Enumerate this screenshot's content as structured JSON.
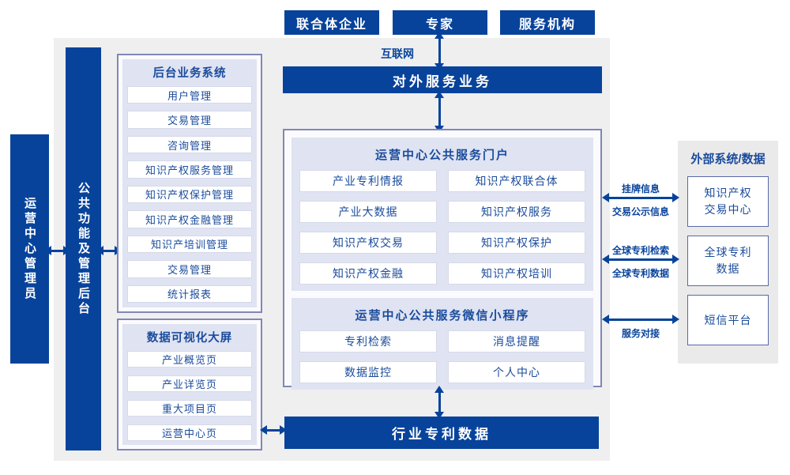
{
  "colors": {
    "primary": "#08439b",
    "lavender": "#dfe3f2",
    "panel_gray": "#efeff0",
    "box_border": "#8087b5",
    "card_border": "#d6d9e8",
    "text_blue": "#1a4b9c",
    "right_box_bg": "#eaeaea",
    "right_item_border": "#5a68a8"
  },
  "top_entities": [
    {
      "label": "联合体企业"
    },
    {
      "label": "专家"
    },
    {
      "label": "服务机构"
    }
  ],
  "internet_label": "互联网",
  "external_service_bar": "对外服务业务",
  "left_bars": {
    "admin": "运营中心管理员",
    "platform": "公共功能及管理后台"
  },
  "backend_system": {
    "title": "后台业务系统",
    "items": [
      "用户管理",
      "交易管理",
      "咨询管理",
      "知识产权服务管理",
      "知识产权保护管理",
      "知识产权金融管理",
      "知识产培训管理",
      "交易管理",
      "统计报表"
    ]
  },
  "dashboard": {
    "title": "数据可视化大屏",
    "items": [
      "产业概览页",
      "产业详览页",
      "重大项目页",
      "运营中心页"
    ]
  },
  "portal": {
    "title": "运营中心公共服务门户",
    "items": [
      "产业专利情报",
      "知识产权联合体",
      "产业大数据",
      "知识产权服务",
      "知识产权交易",
      "知识产权保护",
      "知识产权金融",
      "知识产权培训"
    ]
  },
  "miniprogram": {
    "title": "运营中心公共服务微信小程序",
    "items": [
      "专利检索",
      "消息提醒",
      "数据监控",
      "个人中心"
    ]
  },
  "industry_data_bar": "行业专利数据",
  "external_systems": {
    "title": "外部系统/数据",
    "items": [
      "知识产权\n交易中心",
      "全球专利\n数据",
      "短信平台"
    ]
  },
  "right_links": [
    {
      "top": "挂牌信息",
      "bottom": "交易公示信息"
    },
    {
      "top": "全球专利检索",
      "bottom": "全球专利数据"
    },
    {
      "top": "",
      "bottom": "服务对接"
    }
  ]
}
